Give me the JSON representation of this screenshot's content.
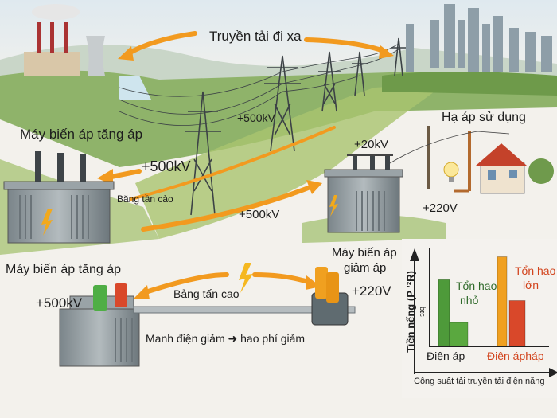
{
  "labels": {
    "transmission_far": "Truyền tải đi xa",
    "tower_voltage": "+500kV",
    "step_up_top": "Máy biến áp tăng áp",
    "step_up_voltage_top": "+500kV",
    "band_top": "Băng tần cảo",
    "lower_arrow_voltage": "+500kV",
    "step_down_use": "Hạ áp sử dụng",
    "distribution_voltage": "+20kV",
    "house_voltage": "+220V",
    "step_up_bottom": "Máy biến áp tăng áp",
    "step_down_line1": "Máy biến áp",
    "step_down_line2": "giảm áp",
    "step_down_voltage": "+220V",
    "step_up_voltage_bottom": "+500kV",
    "band_bottom": "Bảng tấn cao",
    "current_note": "Manh điện giảm ➜ hao phí giảm"
  },
  "chart": {
    "ylabel": "Tiền nếng (P ʼ²R)",
    "mirrored_tick": "ɔɪq",
    "xlabel": "Công suất tải truyền tải điện năng",
    "groups": [
      {
        "label": "Điện áp",
        "note_line1": "Tổn hao",
        "note_line2": "nhỏ",
        "bars": [
          {
            "level": 0.67,
            "color": "#4e9a3a"
          },
          {
            "level": 0.24,
            "color": "#5aa83f"
          }
        ]
      },
      {
        "label": "Điện ápháp",
        "note_line1": "Tổn hao",
        "note_line2": "lớn",
        "bars": [
          {
            "level": 0.9,
            "color": "#f0a020"
          },
          {
            "level": 0.46,
            "color": "#d9482a"
          }
        ]
      }
    ]
  },
  "colors": {
    "arrow": "#f29a1f",
    "note_red": "#d2431c",
    "green": "#4e9a3a",
    "red": "#d9482a"
  }
}
